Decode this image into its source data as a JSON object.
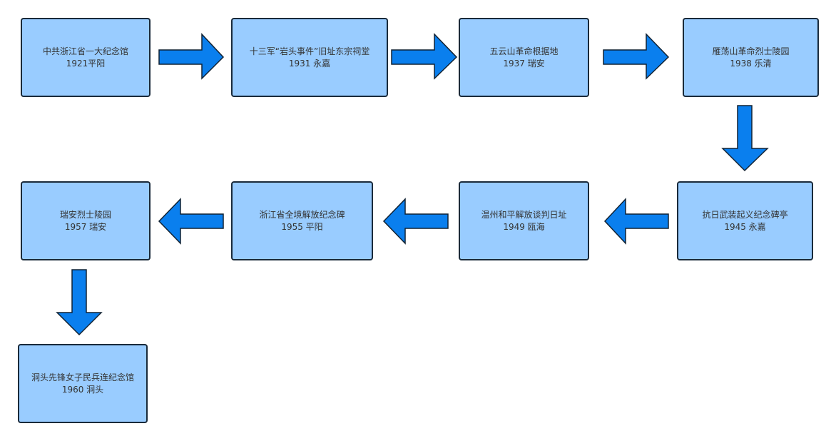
{
  "nodes": [
    {
      "title": "中共浙江省一大纪念馆",
      "sub": "1921平阳"
    },
    {
      "title": "十三军“岩头事件”旧址东宗祠堂",
      "sub": "1931 永嘉"
    },
    {
      "title": "五云山革命根据地",
      "sub": "1937 瑞安"
    },
    {
      "title": "雁荡山革命烈士陵园",
      "sub": "1938 乐清"
    },
    {
      "title": "抗日武装起义纪念碑亭",
      "sub": "1945 永嘉"
    },
    {
      "title": "温州和平解放谈判日址",
      "sub": "1949 瓯海"
    },
    {
      "title": "浙江省全境解放纪念碑",
      "sub": "1955 平阳"
    },
    {
      "title": "瑞安烈士陵园",
      "sub": "1957 瑞安"
    },
    {
      "title": "洞头先锋女子民兵连纪念馆",
      "sub": "1960 洞头"
    }
  ],
  "colors": {
    "node_fill": "#99ccff",
    "arrow_fill": "#0a7fee",
    "border": "#1a2a3a"
  }
}
